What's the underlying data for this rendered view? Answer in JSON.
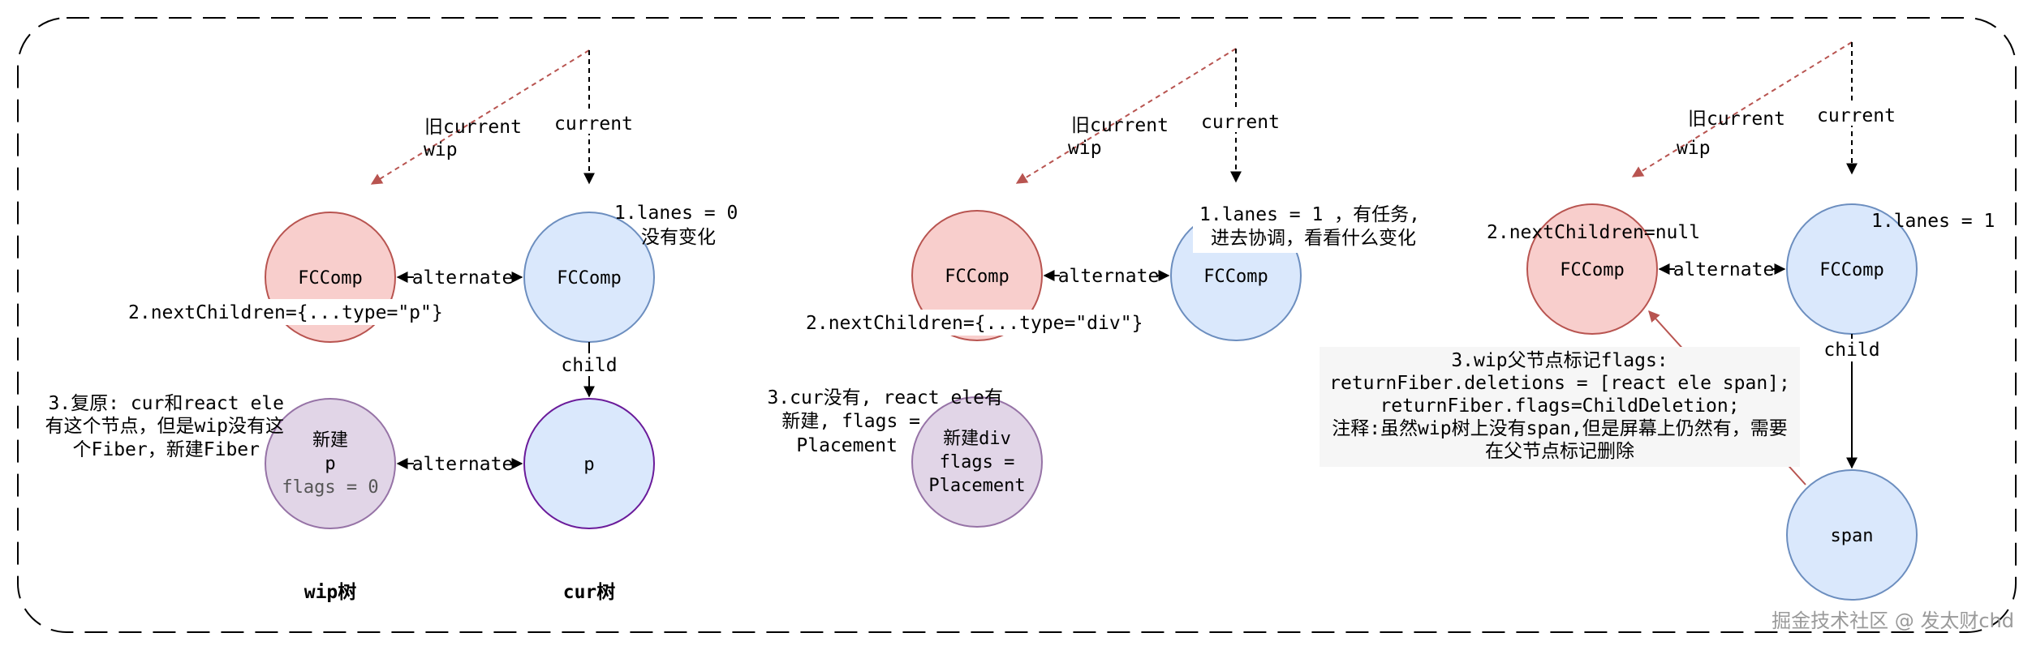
{
  "diagram": {
    "panels": [
      {
        "arrow_labels": {
          "old_current_1": "旧current",
          "old_current_2": "wip",
          "current": "current"
        },
        "nodes": {
          "wip_fc": "FCComp",
          "cur_fc": "FCComp",
          "wip_p_1": "新建",
          "wip_p_2": "p",
          "wip_p_3": "flags = 0",
          "cur_p": "p"
        },
        "edge_labels": {
          "alternate_top": "alternate",
          "alternate_bottom": "alternate",
          "child": "child"
        },
        "annotations": {
          "lanes_1": "1.lanes = 0",
          "lanes_2": "没有变化",
          "next_children": "2.nextChildren={...type=\"p\"}",
          "restore_1": "3.复原: cur和react ele",
          "restore_2": "有这个节点，但是wip没有这",
          "restore_3": "个Fiber，新建Fiber"
        },
        "tree_labels": {
          "wip": "wip树",
          "cur": "cur树"
        }
      },
      {
        "arrow_labels": {
          "old_current_1": "旧current",
          "old_current_2": "wip",
          "current": "current"
        },
        "nodes": {
          "wip_fc": "FCComp",
          "cur_fc": "FCComp",
          "wip_div_1": "新建div",
          "wip_div_2": "flags =",
          "wip_div_3": "Placement"
        },
        "edge_labels": {
          "alternate": "alternate"
        },
        "annotations": {
          "lanes_1": "1.lanes = 1 ，有任务,",
          "lanes_2": "进去协调，看看什么变化",
          "next_children": "2.nextChildren={...type=\"div\"}",
          "cur_missing_1": "3.cur没有, react ele有",
          "cur_missing_2": "新建, flags =",
          "cur_missing_3": "Placement"
        }
      },
      {
        "arrow_labels": {
          "old_current_1": "旧current",
          "old_current_2": "wip",
          "current": "current"
        },
        "nodes": {
          "wip_fc": "FCComp",
          "cur_fc": "FCComp",
          "cur_span": "span"
        },
        "edge_labels": {
          "alternate": "alternate",
          "child": "child"
        },
        "annotations": {
          "lanes": "1.lanes = 1",
          "next_children": "2.nextChildren=null",
          "mark_1": "3.wip父节点标记flags:",
          "mark_2": "returnFiber.deletions = [react ele span];",
          "mark_3": "returnFiber.flags=ChildDeletion;",
          "mark_4": "注释:虽然wip树上没有span,但是屏幕上仍然有，需要",
          "mark_5": "在父节点标记删除"
        }
      }
    ],
    "watermark": "掘金技术社区 @ 发太财chd",
    "colors": {
      "wip_node_fill": "#f8cecc",
      "wip_node_stroke": "#b85450",
      "cur_node_fill": "#dae8fc",
      "cur_node_stroke": "#6c8ebf",
      "new_node_fill": "#e1d5e7",
      "new_node_stroke": "#9673a6",
      "cur_p_stroke": "#6a1b9a",
      "old_current_arrow": "#b85450",
      "frame": "#000000"
    }
  }
}
